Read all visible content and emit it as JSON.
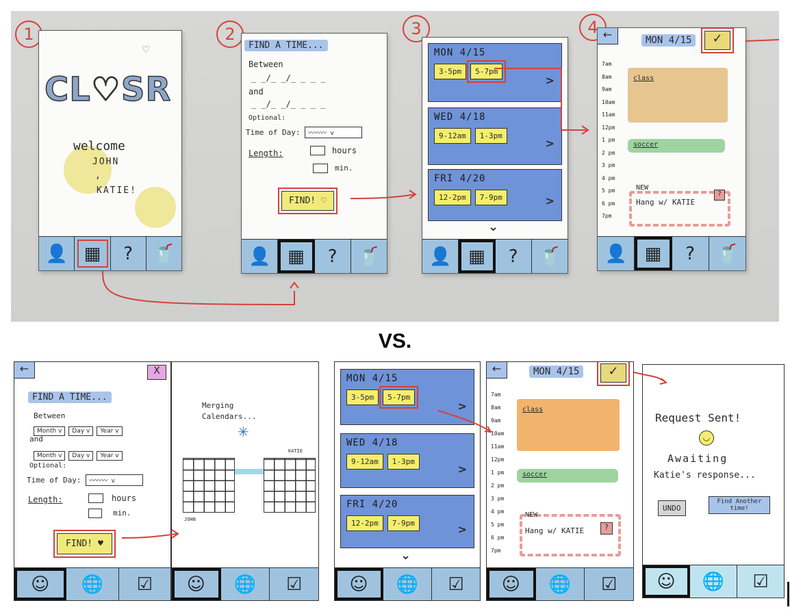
{
  "vs_label": "VS.",
  "colors": {
    "accent_red": "#d3433a",
    "nav_blue": "#9fc3df",
    "nav_light": "#bfe4ef",
    "slot_yellow": "#f5ee6c",
    "day_blue": "#6f93d8"
  },
  "top": {
    "step_numbers": [
      "1",
      "2",
      "3",
      "4"
    ],
    "screen1": {
      "logo": "CL♡SR",
      "welcome": "welcome",
      "name1": "JOHN",
      "comma": ",",
      "name2": "KATIE!"
    },
    "screen2": {
      "title": "FIND A TIME...",
      "between": "Between",
      "date_blank": "_ _/_ _/_ _ _ _",
      "and": "and",
      "date_blank2": "_ _/_ _/_ _ _ _",
      "optional": "Optional:",
      "time_of_day": "Time of Day:",
      "length": "Length:",
      "hours": "hours",
      "min": "min.",
      "find_button": "FIND! ♡"
    },
    "screen3": {
      "days": [
        {
          "title": "MON 4/15",
          "slots": [
            "3-5pm",
            "5-7pm"
          ]
        },
        {
          "title": "WED 4/18",
          "slots": [
            "9-12am",
            "1-3pm"
          ]
        },
        {
          "title": "FRI 4/20",
          "slots": [
            "12-2pm",
            "7-9pm"
          ]
        }
      ],
      "more": "⌄"
    },
    "screen4": {
      "back": "←",
      "title": "MON 4/15",
      "check": "✓",
      "times": [
        "7am",
        "8am",
        "9am",
        "10am",
        "11am",
        "12pm",
        "1 pm",
        "2 pm",
        "3 pm",
        "4 pm",
        "5 pm",
        "6 pm",
        "7pm"
      ],
      "event_class": "class",
      "event_soccer": "soccer",
      "new_label": "NEW",
      "new_event": "Hang w/ KATIE",
      "help": "?"
    }
  },
  "bottom": {
    "s1": {
      "back": "←",
      "close": "X",
      "title": "FIND A TIME...",
      "between": "Between",
      "and": "and",
      "month": "Month v",
      "day": "Day v",
      "year": "Year v",
      "optional": "Optional:",
      "time_of_day": "Time of Day:",
      "length": "Length:",
      "hours": "hours",
      "min": "min.",
      "find_button": "FIND! ♥"
    },
    "s2": {
      "merging": "Merging Calendars...",
      "john": "JOHN",
      "katie": "KATIE"
    },
    "s3": {
      "days": [
        {
          "title": "MON 4/15",
          "slots": [
            "3-5pm",
            "5-7pm"
          ]
        },
        {
          "title": "WED 4/18",
          "slots": [
            "9-12am",
            "1-3pm"
          ]
        },
        {
          "title": "FRI 4/20",
          "slots": [
            "12-2pm",
            "7-9pm"
          ]
        }
      ],
      "more": "⌄"
    },
    "s4": {
      "back": "←",
      "title": "MON 4/15",
      "check": "✓",
      "times": [
        "7am",
        "8am",
        "9am",
        "10am",
        "11am",
        "12pm",
        "1 pm",
        "2 pm",
        "3 pm",
        "4 pm",
        "5 pm",
        "6 pm",
        "7pm"
      ],
      "event_class": "class",
      "event_soccer": "soccer",
      "new_label": "NEW",
      "new_event": "Hang w/ KATIE",
      "help": "?"
    },
    "s5": {
      "request_sent": "Request Sent!",
      "awaiting": "Awaiting",
      "response": "Katie's response...",
      "undo": "UNDO",
      "find_another": "Find Another time!"
    }
  }
}
